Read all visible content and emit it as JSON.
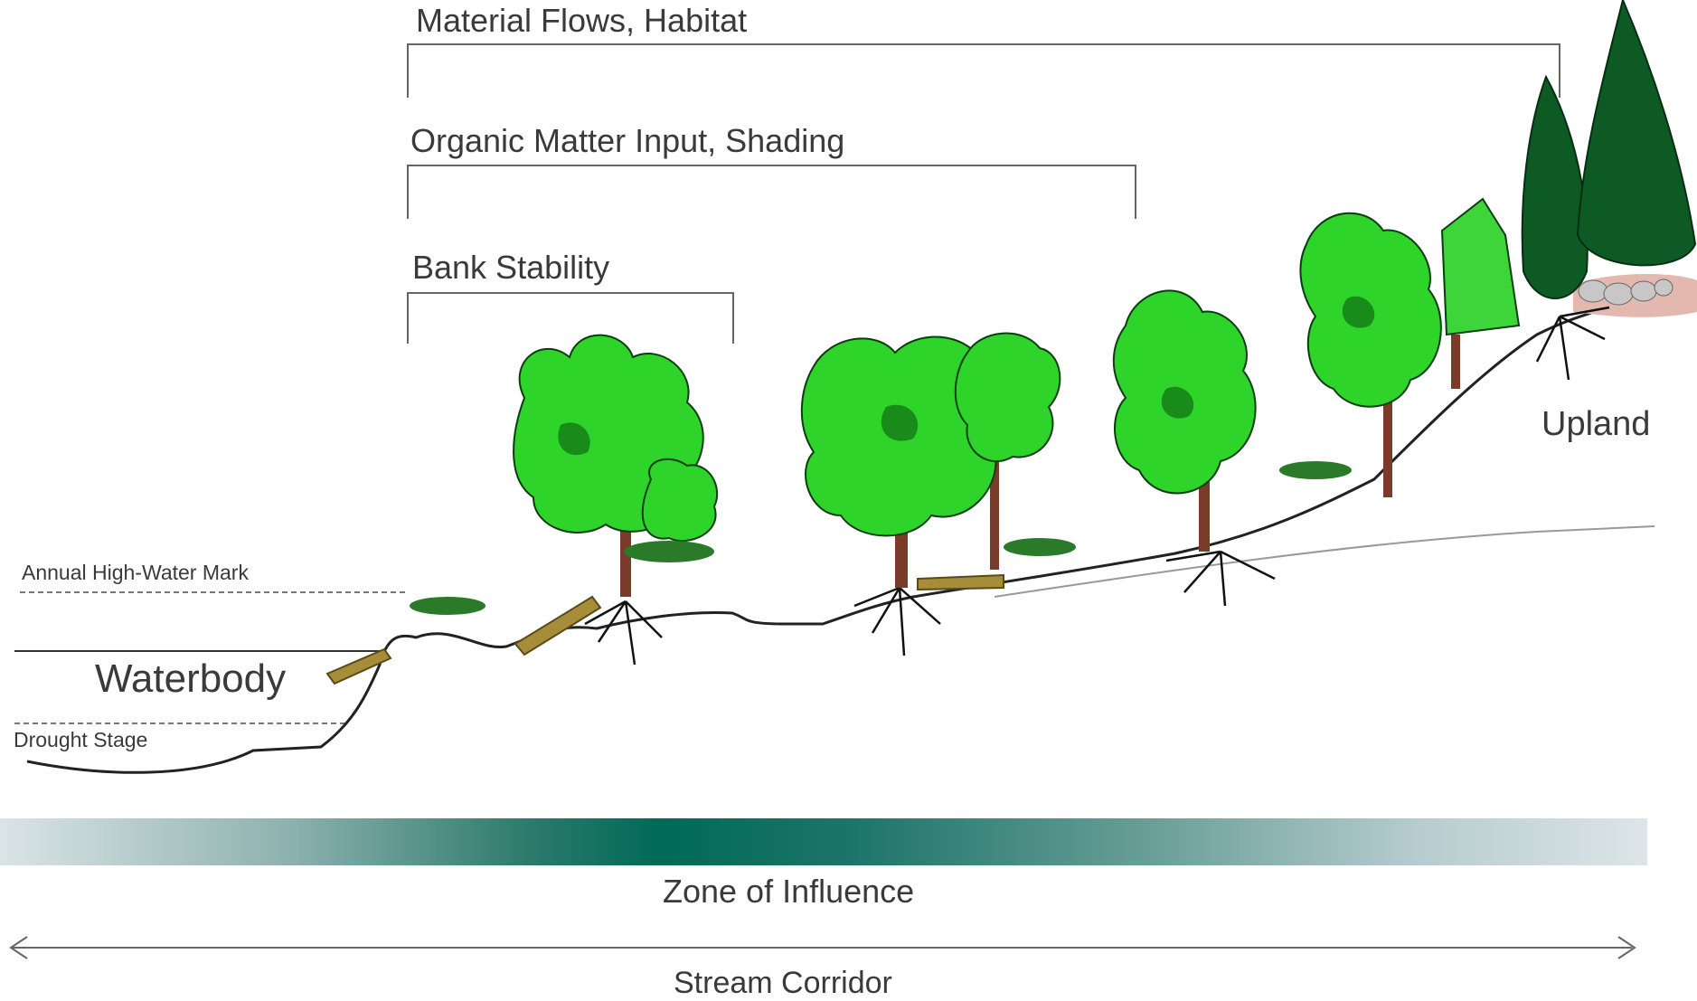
{
  "brackets": {
    "material": {
      "label": "Material Flows, Habitat"
    },
    "organic": {
      "label": "Organic Matter Input, Shading"
    },
    "bank": {
      "label": "Bank Stability"
    }
  },
  "levels": {
    "high_water": "Annual High-Water Mark",
    "waterbody": "Waterbody",
    "drought": "Drought Stage"
  },
  "upland": "Upland",
  "zone": {
    "label": "Zone of Influence",
    "colors": {
      "edge": "#dbe4e6",
      "mid": "#4f8f86",
      "center": "#006a55"
    }
  },
  "corridor": {
    "label": "Stream Corridor"
  },
  "colors": {
    "tree_light": "#2fd42a",
    "tree_dark": "#0f6b1a",
    "conifer": "#0e5a24",
    "trunk": "#7a3b2a",
    "log": "#a58d3a",
    "text": "#3a3a3a"
  }
}
